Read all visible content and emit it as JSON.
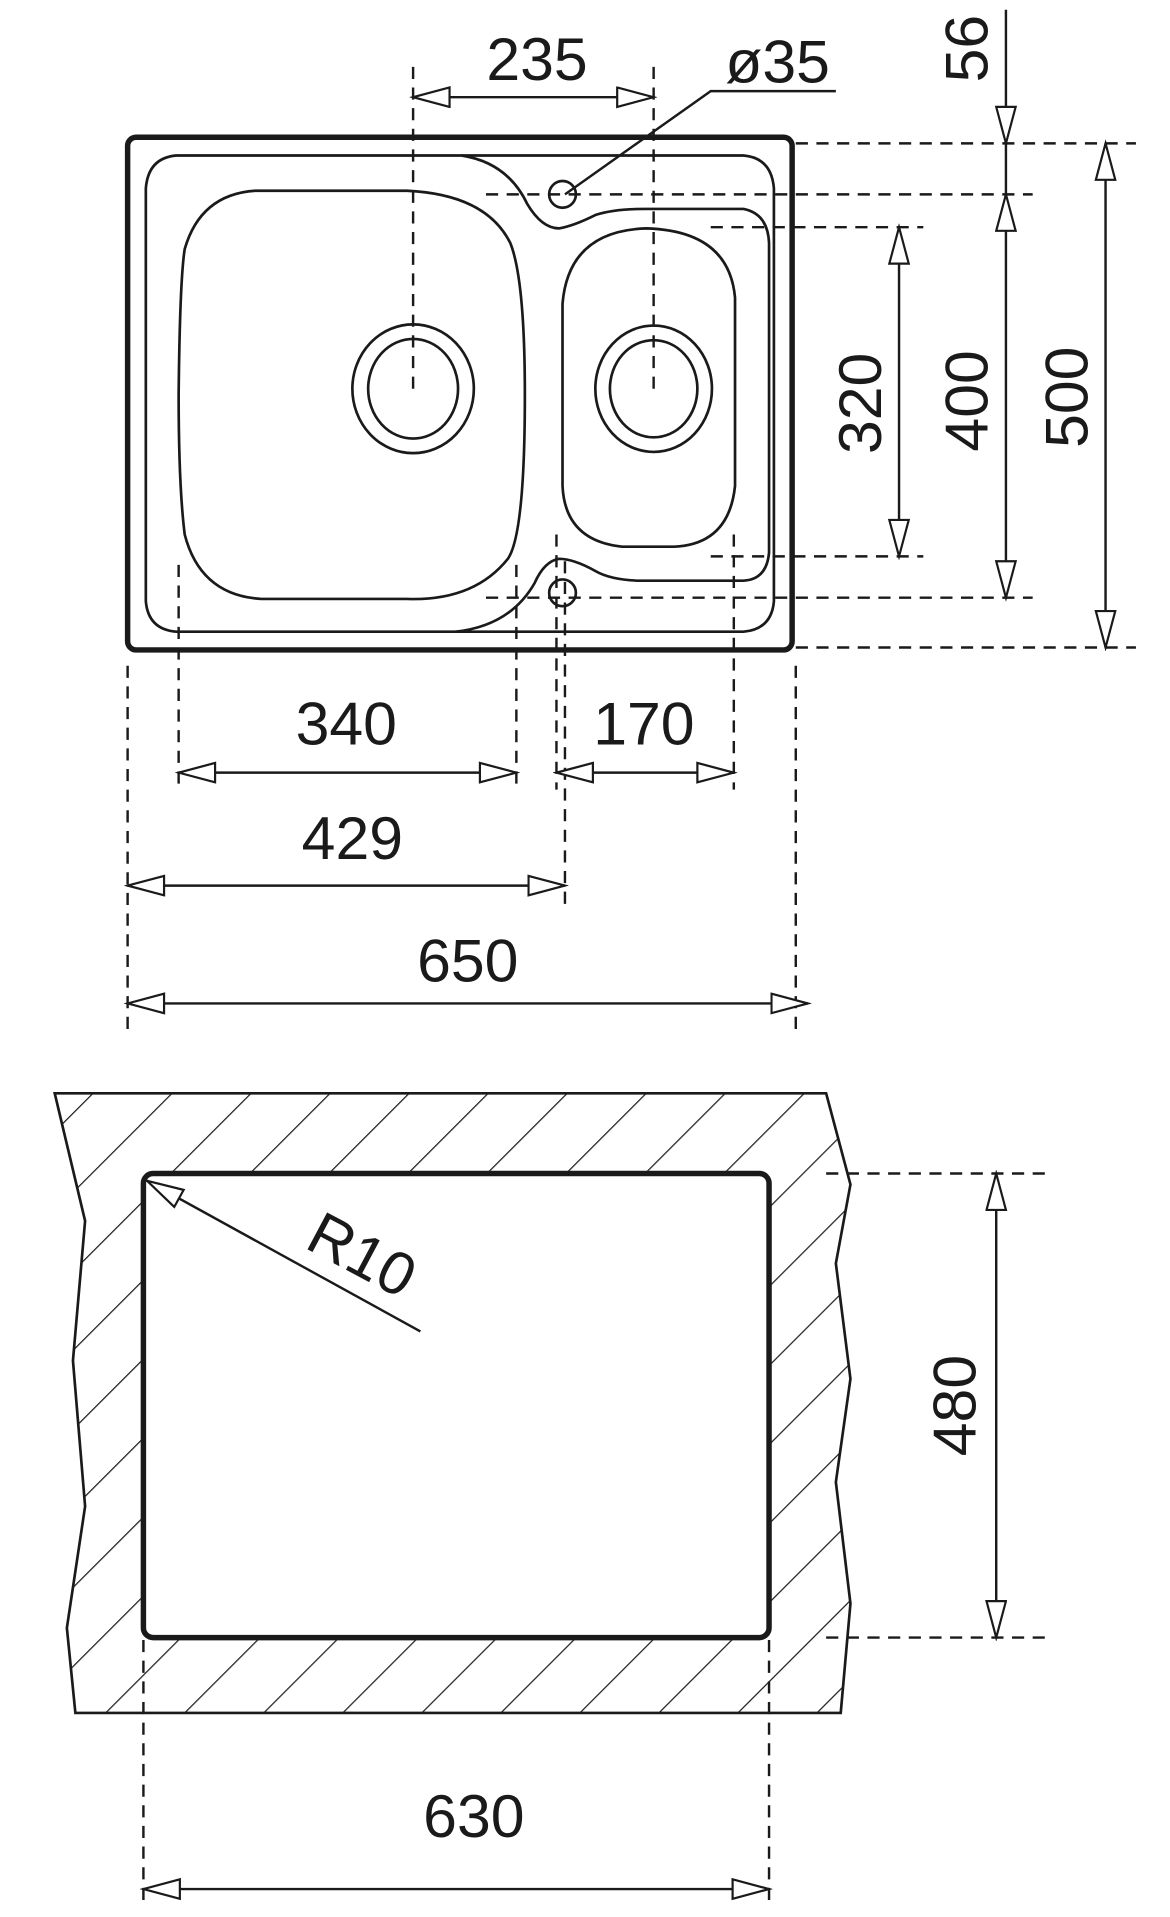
{
  "top_view": {
    "dimensions": {
      "bowl_centers": "235",
      "tap_hole": "ø35",
      "offset_top": "56",
      "small_bowl_depth": "320",
      "inner_depth": "400",
      "overall_depth": "500",
      "large_bowl_width": "340",
      "small_bowl_width": "170",
      "left_to_tap": "429",
      "overall_width": "650"
    }
  },
  "cutout_view": {
    "dimensions": {
      "corner_radius": "R10",
      "cutout_depth": "480",
      "cutout_width": "630"
    }
  },
  "colors": {
    "line": "#1a1a1a",
    "background": "#ffffff"
  }
}
